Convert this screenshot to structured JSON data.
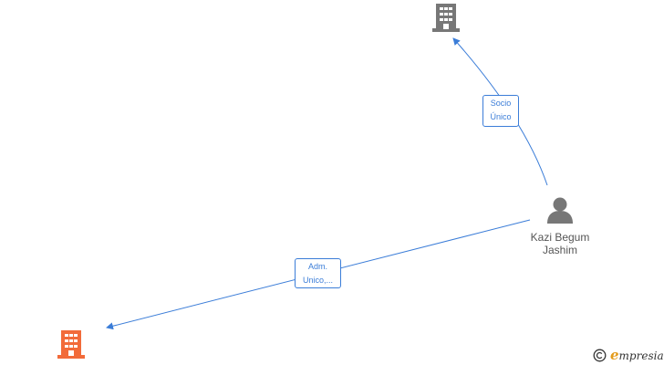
{
  "nodes": {
    "company_top": {
      "icon": "building-icon",
      "color": "#777777"
    },
    "company_bottom": {
      "icon": "building-icon",
      "color": "#f26b3a"
    },
    "person": {
      "icon": "person-icon",
      "color": "#777777",
      "name_line1": "Kazi Begum",
      "name_line2": "Jashim"
    }
  },
  "edges": {
    "socio": {
      "line1": "Socio",
      "line2": "Único",
      "color": "#3b7dd8"
    },
    "adm": {
      "line1": "Adm.",
      "line2": "Unico,...",
      "color": "#3b7dd8"
    }
  },
  "brand": {
    "copyright_icon": "copyright-icon",
    "name_initial": "e",
    "name_rest": "mpresia"
  }
}
